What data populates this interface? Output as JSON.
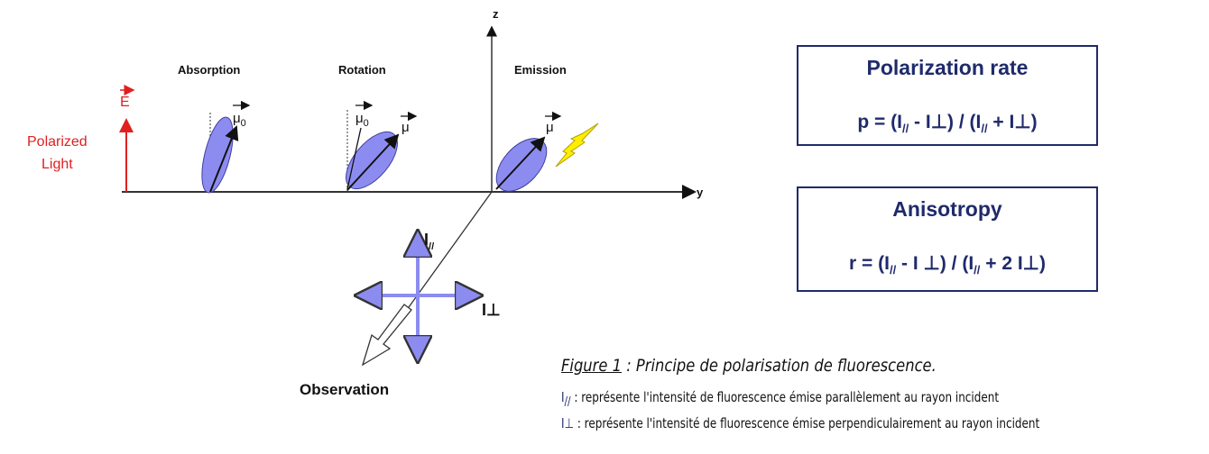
{
  "diagram": {
    "axis_z": "z",
    "axis_y": "y",
    "field_vector": "E",
    "light_label_line1": "Polarized",
    "light_label_line2": "Light",
    "stages": [
      "Absorption",
      "Rotation",
      "Emission"
    ],
    "mu0": "μ",
    "mu0_sub": "0",
    "mu": "μ",
    "i_parallel": "I",
    "i_parallel_sub": "//",
    "i_perp": "I⊥",
    "observation": "Observation"
  },
  "boxes": [
    {
      "title": "Polarization rate",
      "formula_parts": [
        "p =  (I",
        "//",
        "  -  I⊥) / (I",
        "//",
        "  +  I⊥)"
      ]
    },
    {
      "title": "Anisotropy",
      "formula_parts": [
        "r = (I",
        "//",
        " - I ⊥) / (I",
        "//",
        " + 2 I⊥)"
      ]
    }
  ],
  "caption": {
    "figure_label": "Figure 1",
    "title": " : Principe de polarisation de fluorescence.",
    "line1_symbol": "I",
    "line1_symbol_sub": "//",
    "line1_text": " : représente  l'intensité de fluorescence émise parallèlement au rayon incident",
    "line2_symbol": "I⊥",
    "line2_text": " : représente  l'intensité de fluorescence émise perpendiculairement au rayon incident"
  },
  "colors": {
    "ellipse": "#8c8cf0",
    "red": "#e02020",
    "lightning": "#ffee00",
    "box": "#1f2a6b"
  }
}
